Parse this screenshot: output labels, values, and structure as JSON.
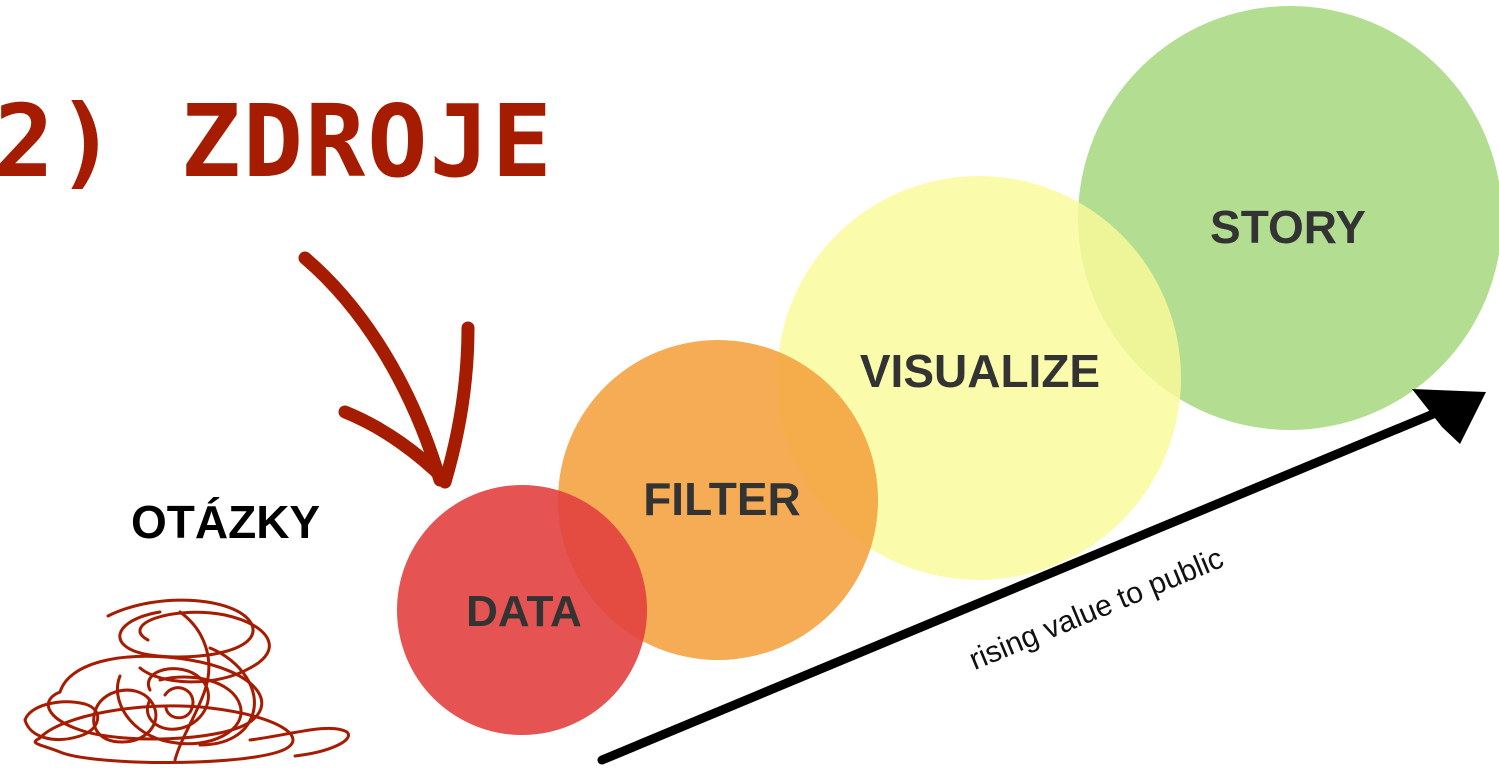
{
  "slide": {
    "title": "2) ZDROJE",
    "side_label": "OTÁZKY"
  },
  "diagram": {
    "stages": [
      {
        "label": "DATA",
        "color": "#e2403f"
      },
      {
        "label": "FILTER",
        "color": "#f4a03c"
      },
      {
        "label": "VISUALIZE",
        "color": "#fafa9a"
      },
      {
        "label": "STORY",
        "color": "#a8d882"
      }
    ],
    "arrow_label": "rising value to public"
  },
  "colors": {
    "title": "#a61c00",
    "scribble": "#a61c00",
    "arrow": "#000000",
    "stage_text": "#333333"
  },
  "icons": {
    "hand_arrow": "curved-arrow-icon",
    "scribble": "scribble-icon"
  }
}
